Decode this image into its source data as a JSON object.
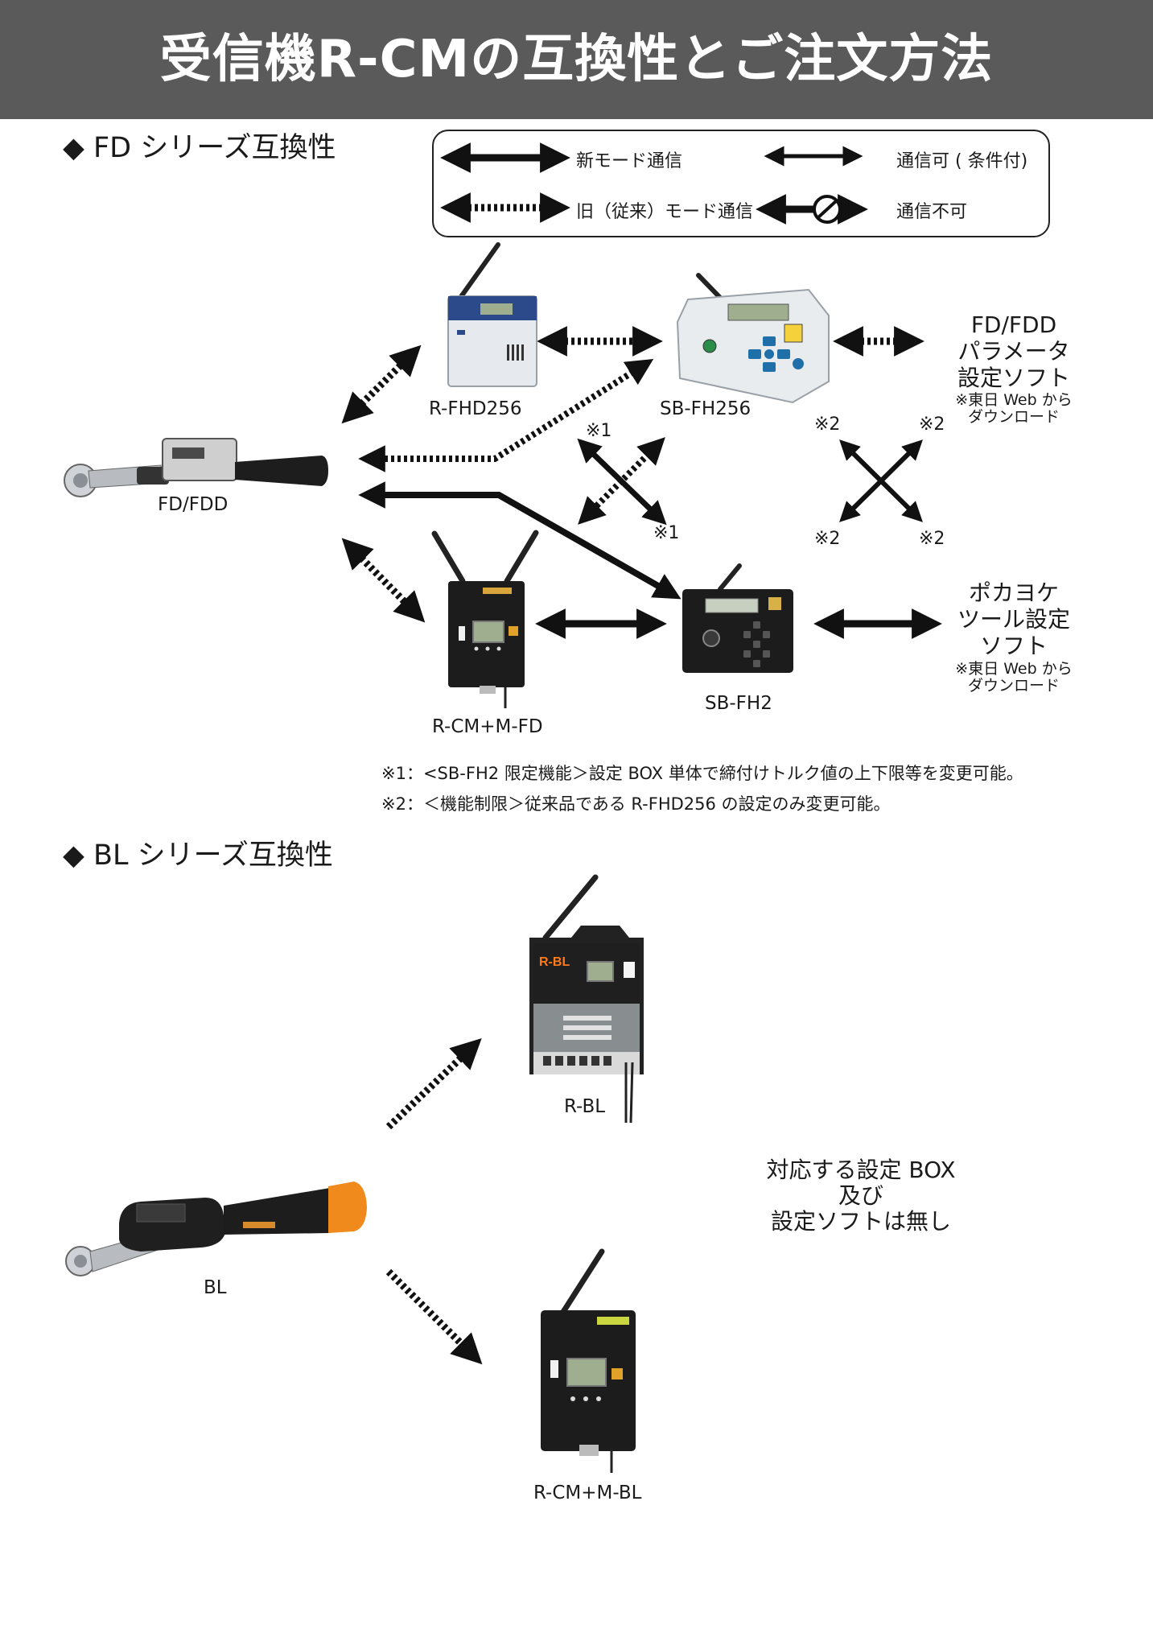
{
  "banner": {
    "title": "受信機R-CMの互換性とご注文方法"
  },
  "sections": {
    "fd_title": "◆ FD シリーズ互換性",
    "bl_title": "◆ BL シリーズ互換性"
  },
  "legend": {
    "new_mode": "新モード通信",
    "conditional": "通信可 ( 条件付)",
    "old_mode": "旧（従来）モード通信",
    "not_possible": "通信不可"
  },
  "fd": {
    "devices": {
      "r_fhd256": "R-FHD256",
      "sb_fh256": "SB-FH256",
      "fd_fdd": "FD/FDD",
      "r_cm_m_fd": "R-CM+M-FD",
      "sb_fh2": "SB-FH2"
    },
    "software": {
      "param_title": "FD/FDD\nパラメータ\n設定ソフト",
      "param_note": "※東日 Web から\nダウンロード",
      "poka_title": "ポカヨケ\nツール設定\nソフト",
      "poka_note": "※東日 Web から\nダウンロード"
    },
    "marks": {
      "m1": "※1",
      "m2": "※2"
    },
    "footnotes": {
      "n1": "※1：<SB-FH2 限定機能＞設定 BOX 単体で締付けトルク値の上下限等を変更可能。",
      "n2": "※2：＜機能制限＞従来品である R-FHD256 の設定のみ変更可能。"
    }
  },
  "bl": {
    "devices": {
      "r_bl": "R-BL",
      "bl": "BL",
      "r_cm_m_bl": "R-CM+M-BL"
    },
    "device_text": {
      "r_bl_logo": "R-BL"
    },
    "note": "対応する設定 BOX\n及び\n設定ソフトは無し"
  },
  "colors": {
    "banner": "#5a5a5a",
    "line": "#111111",
    "device_dark": "#1c1c1c",
    "device_light": "#e9ecef",
    "device_blue": "#2c4a8a",
    "handle_orange": "#f08a1c",
    "lcd_green": "#9fae8e"
  },
  "icons": [
    "solid-double-arrow",
    "dotted-double-arrow",
    "no-communication-icon",
    "antenna-icon"
  ]
}
